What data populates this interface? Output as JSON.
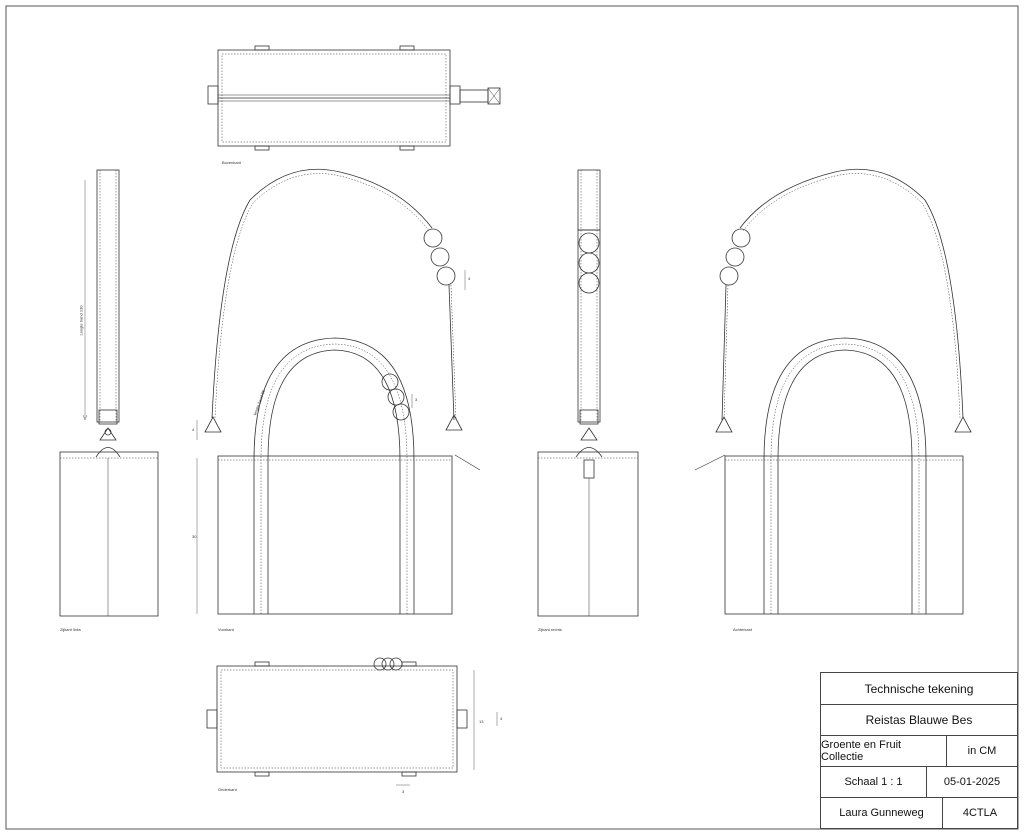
{
  "views": {
    "top": "Bovenkant",
    "left": "Zijkant links",
    "front": "Voorkant",
    "right": "Zijkant rechts",
    "back": "Achterkant",
    "bottom": "Onderkant"
  },
  "dims": {
    "strap_length": "Lengte band 130",
    "handle_length": "lengte band 85",
    "bead_a": "4",
    "bead_b": "3",
    "hook": "4",
    "height": "30",
    "depth": "13",
    "bottom_small": "4",
    "bottom_width": "3"
  },
  "title_block": {
    "title": "Technische tekening",
    "name": "Reistas Blauwe Bes",
    "collection": "Groente en Fruit Collectie",
    "unit": "in CM",
    "scale": "Schaal 1 : 1",
    "date": "05-01-2025",
    "author": "Laura Gunneweg",
    "class": "4CTLA"
  }
}
